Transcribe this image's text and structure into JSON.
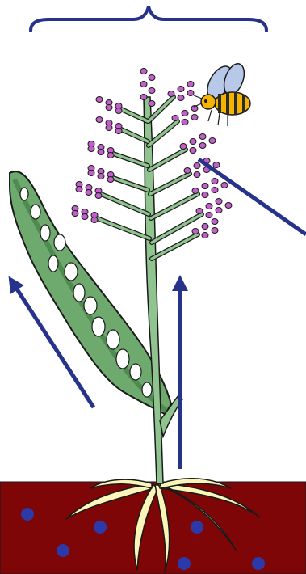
{
  "diagram": {
    "colors": {
      "background": "#ffffff",
      "arrow": "#27328a",
      "soil": "#7f0606",
      "soil_dot": "#2b3aa8",
      "root": "#fbf5b8",
      "stem": "#8fc48f",
      "leaf": "#6eaa6e",
      "leaf_dark": "#4f8a50",
      "flower": "#c060c8",
      "flower_dark": "#8a2f95",
      "bee_body": "#f4b400",
      "bee_stripe": "#2b2b2b",
      "bee_wing": "#b8c8e8",
      "outline": "#1a1a1a"
    },
    "icons": {
      "bracket": "curly-brace-icon",
      "insect": "bee-icon",
      "plant": "flowering-plant-icon",
      "leaf": "holed-leaf-icon",
      "roots": "roots-icon",
      "soil": "soil-ground-icon"
    },
    "arrows": [
      {
        "id": "arrow-to-leaf",
        "direction": "up-left"
      },
      {
        "id": "arrow-up-stem",
        "direction": "up"
      },
      {
        "id": "arrow-to-bee-edge",
        "direction": "down-right"
      }
    ],
    "soil_dot_count": 6
  }
}
